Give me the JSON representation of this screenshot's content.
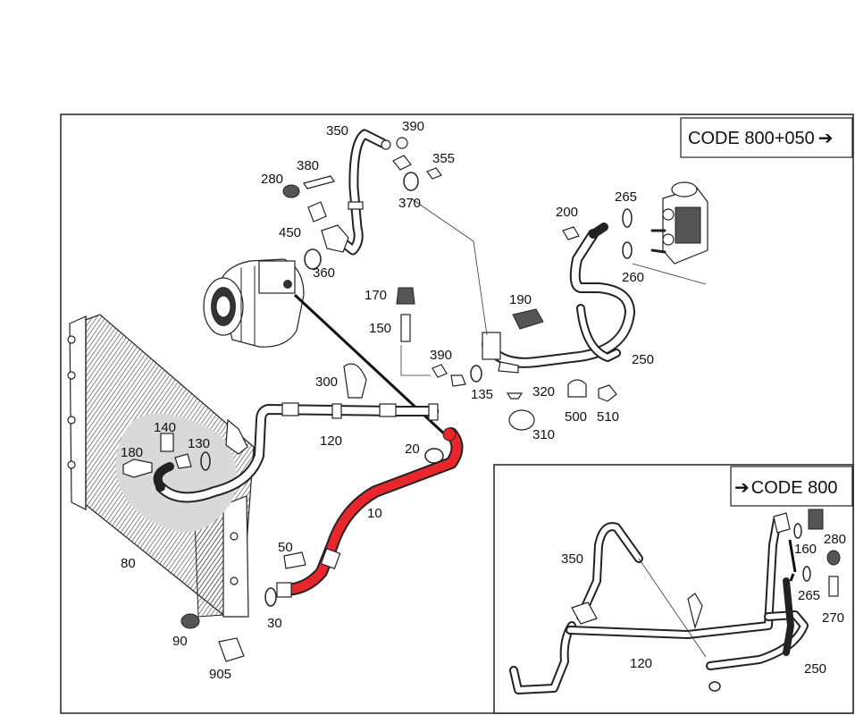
{
  "codes": {
    "main": "CODE 800+050",
    "inset": "CODE 800",
    "arrow": "➔"
  },
  "labels": {
    "l10": "10",
    "l20": "20",
    "l30": "30",
    "l50": "50",
    "l80": "80",
    "l90": "90",
    "l120": "120",
    "l130": "130",
    "l135": "135",
    "l140": "140",
    "l150": "150",
    "l170": "170",
    "l180": "180",
    "l190": "190",
    "l200": "200",
    "l250": "250",
    "l260": "260",
    "l265": "265",
    "l280": "280",
    "l300": "300",
    "l310": "310",
    "l320": "320",
    "l350": "350",
    "l355": "355",
    "l360": "360",
    "l370": "370",
    "l380": "380",
    "l390a": "390",
    "l390b": "390",
    "l450": "450",
    "l500": "500",
    "l510": "510",
    "l905": "905",
    "i350": "350",
    "i120": "120",
    "i160": "160",
    "i280": "280",
    "i265": "265",
    "i270": "270",
    "i250": "250"
  },
  "colors": {
    "highlight": "#e8262b",
    "line": "#222222",
    "shade": "#d9d9d9"
  }
}
